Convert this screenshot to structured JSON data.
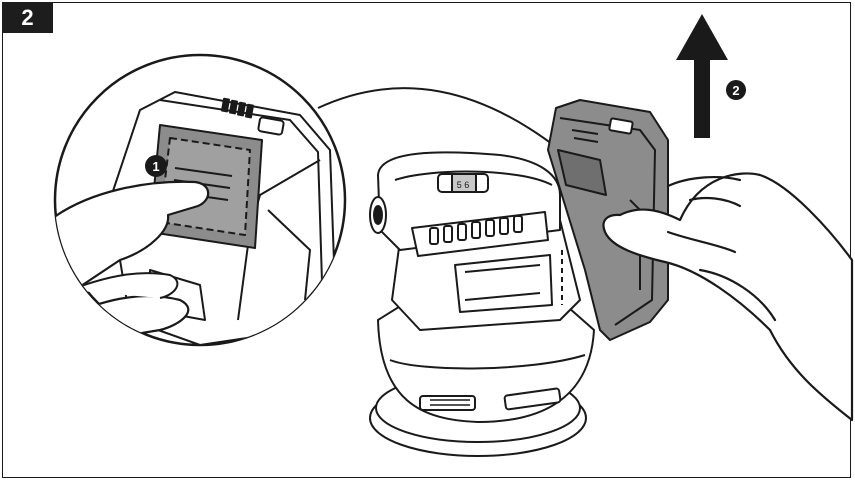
{
  "step": {
    "number": "2"
  },
  "callouts": {
    "first": "1",
    "second": "2"
  },
  "sander": {
    "speed_dial": "5 6"
  },
  "colors": {
    "ink": "#1a1a1a",
    "battery_gray": "#8c8c8c",
    "light_gray": "#c8c8c8",
    "badge_bg": "#1d1d1d"
  }
}
